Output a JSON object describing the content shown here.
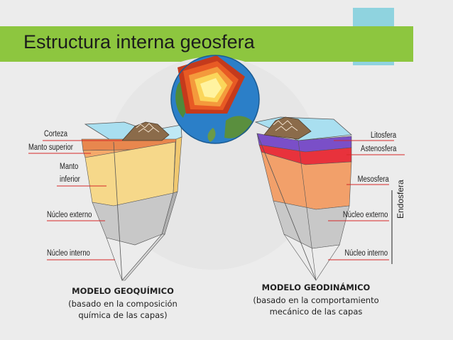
{
  "slide": {
    "title": "Estructura interna geosfera"
  },
  "colors": {
    "title_bar": "#8dc63f",
    "accent_square": "#8fd3df",
    "background": "#ececec",
    "label_line": "#d62828"
  },
  "left_model": {
    "labels": [
      "Corteza",
      "Manto superior",
      "Manto",
      "inferior",
      "Núcleo externo",
      "Núcleo interno"
    ],
    "caption_title": "MODELO GEOQUÍMICO",
    "caption_sub": [
      "(basado en la composición",
      "química de las capas)"
    ]
  },
  "right_model": {
    "labels": [
      "Litosfera",
      "Astenosfera",
      "Mesosfera",
      "Núcleo externo",
      "Núcleo interno"
    ],
    "side_label": "Endosfera",
    "caption_title": "MODELO GEODINÁMICO",
    "caption_sub": [
      "(basado en la comportamiento",
      "mecánico de las capas"
    ]
  }
}
